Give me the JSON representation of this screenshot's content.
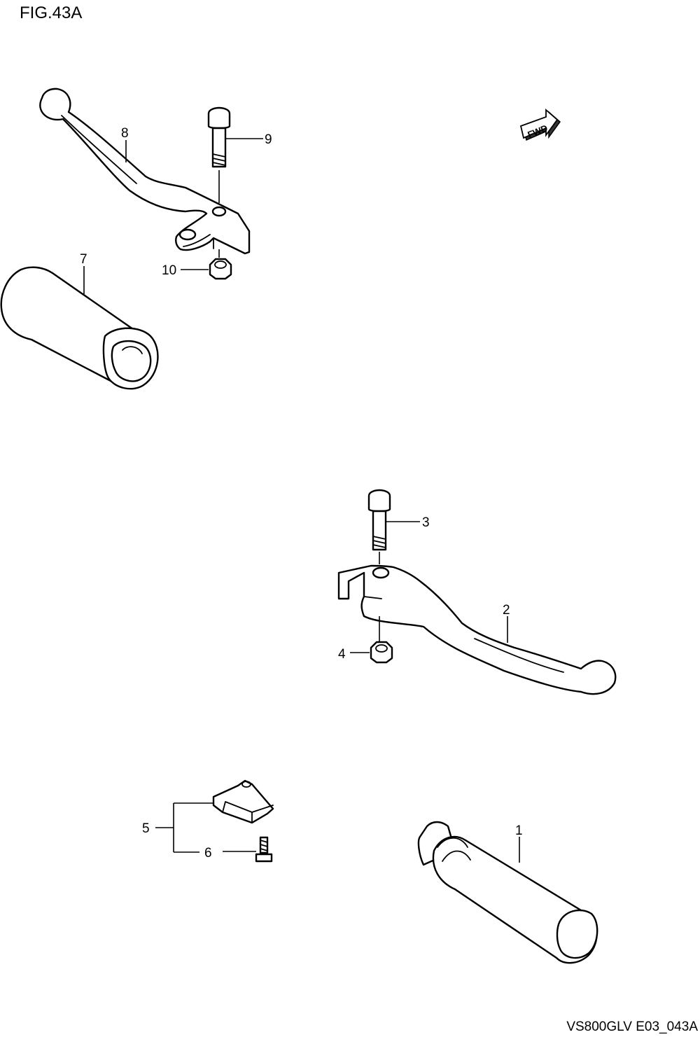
{
  "figure": {
    "title": "FIG.43A",
    "code": "VS800GLV E03_043A",
    "fwd_label": "FWD"
  },
  "callouts": [
    {
      "id": "1",
      "label": "1"
    },
    {
      "id": "2",
      "label": "2"
    },
    {
      "id": "3",
      "label": "3"
    },
    {
      "id": "4",
      "label": "4"
    },
    {
      "id": "5",
      "label": "5"
    },
    {
      "id": "6",
      "label": "6"
    },
    {
      "id": "7",
      "label": "7"
    },
    {
      "id": "8",
      "label": "8"
    },
    {
      "id": "9",
      "label": "9"
    },
    {
      "id": "10",
      "label": "10"
    }
  ]
}
